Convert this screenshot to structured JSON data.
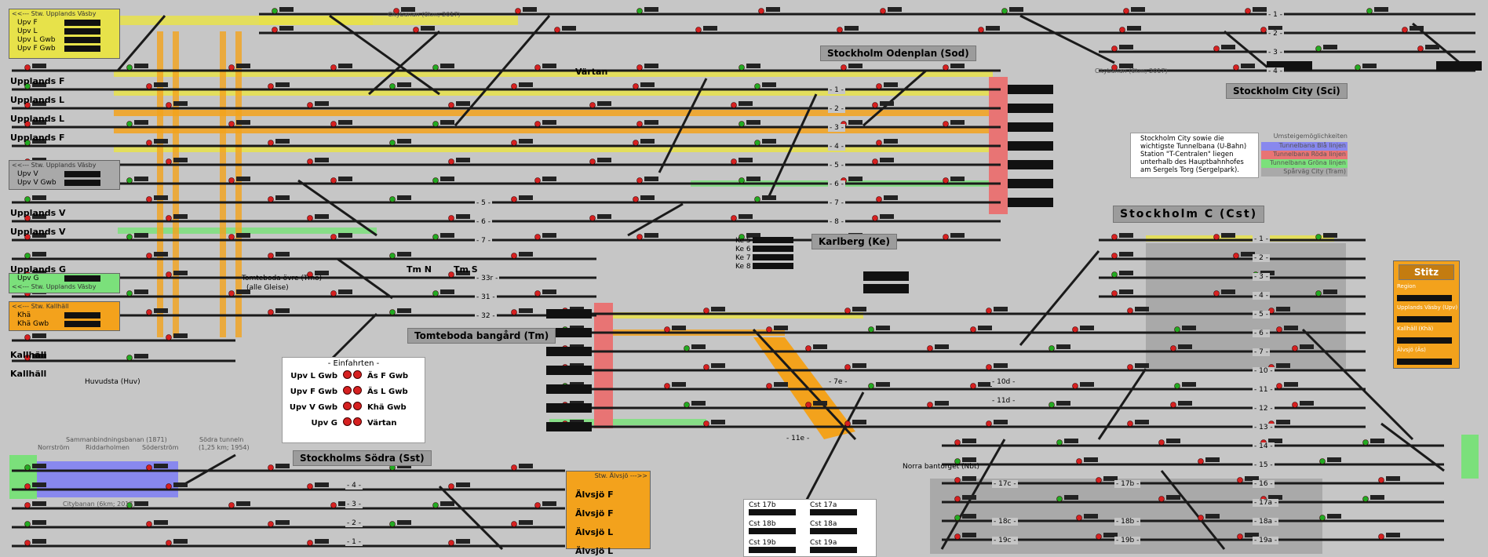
{
  "colors": {
    "background": "#c6c6c6",
    "track": "#1a1a1a",
    "upv_zone": "#e7e24a",
    "kallhall_zone": "#f3a21c",
    "green_zone": "#7be07b",
    "tunnel_red": "#e87474",
    "blue_line": "#8888ee",
    "signal_red": "#d62020",
    "signal_green": "#22aa22"
  },
  "stations": {
    "odenplan": "Stockholm Odenplan   (Sod)",
    "city": "Stockholm City     (Sci)",
    "central": "Stockholm   C     (Cst)",
    "karlberg": "Karlberg (Ke)",
    "tomteboda": "Tomteboda bangård (Tm)",
    "sodra": "Stockholms Södra (Sst)",
    "stitz": "Stitz"
  },
  "labels": {
    "citybanan_top": "Citybanan (6km; 2017)",
    "citybanan_right": "Citybanan (6km; 2017)",
    "citybanan_bottom": "Citybanan (6km; 2017)",
    "vartan": "Värtan",
    "tm_n": "Tm N",
    "tm_s": "Tm S",
    "tomteboda_ovre": "Tomteboda övre (Tmö)",
    "alle_gleise": "(alle Gleise)",
    "huvudsta": "Huvudsta (Huv)",
    "norra_bantorget": "Norra bantorget (Nbt)",
    "sammanbindningsbanan": "Sammanbindningsbanan (1871)",
    "norrstrom": "Norrström",
    "riddarholmen": "Riddarholmen",
    "soderstrom": "Söderström",
    "sodra_tunneln": "Södra tunneln",
    "sodra_tunneln_info": "(1,25 km; 1954)"
  },
  "info": {
    "lines": [
      "Stockholm City sowie die",
      "wichtigste Tunnelbana (U-Bahn)",
      "Station \"T-Centralen\" liegen",
      "unterhalb des Hauptbahnhofes",
      "am Sergels Torg (Sergelpark)."
    ]
  },
  "legend_colors": {
    "title": "Umsteigemöglichkeiten",
    "items": [
      {
        "label": "Tunnelbana Blå linjen",
        "color": "#8888ee"
      },
      {
        "label": "Tunnelbana Röda linjen",
        "color": "#e87474"
      },
      {
        "label": "Tunnelbana Gröna linjen",
        "color": "#7be07b"
      },
      {
        "label": "Spårväg City (Tram)",
        "color": "#a9a9a9"
      }
    ]
  },
  "einfahrten": {
    "title": "- Einfahrten -",
    "rows": [
      {
        "left": "Upv L Gwb",
        "right": "Äs F Gwb"
      },
      {
        "left": "Upv F Gwb",
        "right": "Äs L Gwb"
      },
      {
        "left": "Upv V Gwb",
        "right": "Khä Gwb"
      },
      {
        "left": "Upv G",
        "right": "Värtan"
      }
    ]
  },
  "panels": {
    "upv1": {
      "header": "<<--- Stw. Upplands Väsby",
      "rows": [
        "Upv F",
        "Upv L",
        "Upv L Gwb",
        "Upv F Gwb"
      ]
    },
    "upv2": {
      "header": "<<--- Stw. Upplands Väsby",
      "rows": [
        "Upv V",
        "Upv V Gwb"
      ]
    },
    "upv3": {
      "header": "<<--- Stw. Upplands Väsby",
      "rows": [
        "Upv G"
      ]
    },
    "kallhall": {
      "header": "<<--- Stw. Kallhäll",
      "rows": [
        "Khä",
        "Khä Gwb"
      ]
    },
    "alvsjo": {
      "header": "Stw. Älvsjö --->>"
    },
    "ke": {
      "rows": [
        "Ke 5",
        "Ke 6",
        "Ke 7",
        "Ke 8"
      ]
    }
  },
  "left_tracks": [
    "Upplands F",
    "Upplands L",
    "Upplands L",
    "Upplands F",
    "Upplands V",
    "Upplands V",
    "Upplands G",
    "Kallhäll",
    "Kallhäll"
  ],
  "alvsjo_tracks": [
    "Älvsjö F",
    "Älvsjö F",
    "Älvsjö L",
    "Älvsjö L"
  ],
  "stitz": {
    "rows": [
      "Region",
      "Upplands Väsby (Upv)",
      "Kallhäll (Khä)",
      "Älvsjö (Äs)"
    ]
  },
  "cst_bottom": {
    "left": [
      "Cst 17b",
      "Cst 18b",
      "Cst 19b"
    ],
    "right": [
      "Cst 17a",
      "Cst 18a",
      "Cst 19a"
    ]
  },
  "track_numbers": {
    "cst": [
      "1",
      "2",
      "3",
      "4",
      "5",
      "6",
      "7",
      "10",
      "11",
      "12",
      "13",
      "14",
      "15",
      "16",
      "17c",
      "17b",
      "17a",
      "18c",
      "18b",
      "18a",
      "19c",
      "19b",
      "19a"
    ],
    "tm": [
      "5",
      "6",
      "7",
      "33r",
      "31",
      "32"
    ],
    "sod": [
      "1",
      "2",
      "3",
      "4",
      "5",
      "6",
      "7",
      "8"
    ],
    "sci": [
      "1",
      "2",
      "3",
      "4"
    ],
    "sst": [
      "4",
      "3",
      "2",
      "1"
    ],
    "cst_mid": [
      "7e",
      "10d",
      "11d",
      "11e"
    ]
  }
}
